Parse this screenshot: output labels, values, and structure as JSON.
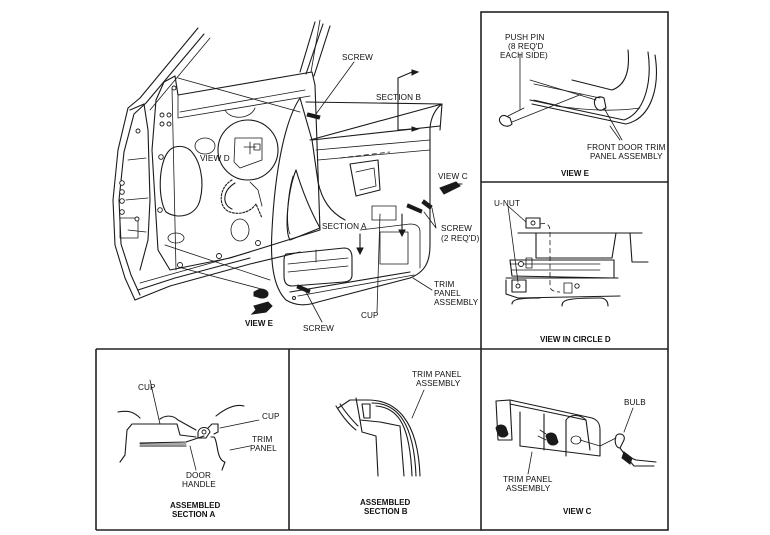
{
  "main_view": {
    "labels": {
      "screw_top": "SCREW",
      "section_b": "SECTION B",
      "view_d": "VIEW D",
      "view_c": "VIEW C",
      "section_a": "SECTION A",
      "screw_2req_line1": "SCREW",
      "screw_2req_line2": "(2 REQ'D)",
      "trim_panel_line1": "TRIM",
      "trim_panel_line2": "PANEL",
      "trim_panel_line3": "ASSEMBLY",
      "cup": "CUP",
      "screw_bottom": "SCREW",
      "view_e": "VIEW E"
    }
  },
  "panels": {
    "view_e": {
      "caption": "VIEW E",
      "push_pin_line1": "PUSH PIN",
      "push_pin_line2": "(8 REQ'D",
      "push_pin_line3": "EACH SIDE)",
      "front_door_line1": "FRONT DOOR TRIM",
      "front_door_line2": "PANEL ASSEMBLY"
    },
    "view_circle_d": {
      "caption": "VIEW IN CIRCLE D",
      "u_nut": "U-NUT"
    },
    "section_a": {
      "caption_line1": "ASSEMBLED",
      "caption_line2": "SECTION A",
      "cup_left": "CUP",
      "cup_right": "CUP",
      "trim_line1": "TRIM",
      "trim_line2": "PANEL",
      "handle_line1": "DOOR",
      "handle_line2": "HANDLE"
    },
    "section_b": {
      "caption_line1": "ASSEMBLED",
      "caption_line2": "SECTION B",
      "trim_line1": "TRIM PANEL",
      "trim_line2": "ASSEMBLY"
    },
    "view_c": {
      "caption": "VIEW C",
      "bulb": "BULB",
      "trim_line1": "TRIM PANEL",
      "trim_line2": "ASSEMBLY"
    }
  }
}
